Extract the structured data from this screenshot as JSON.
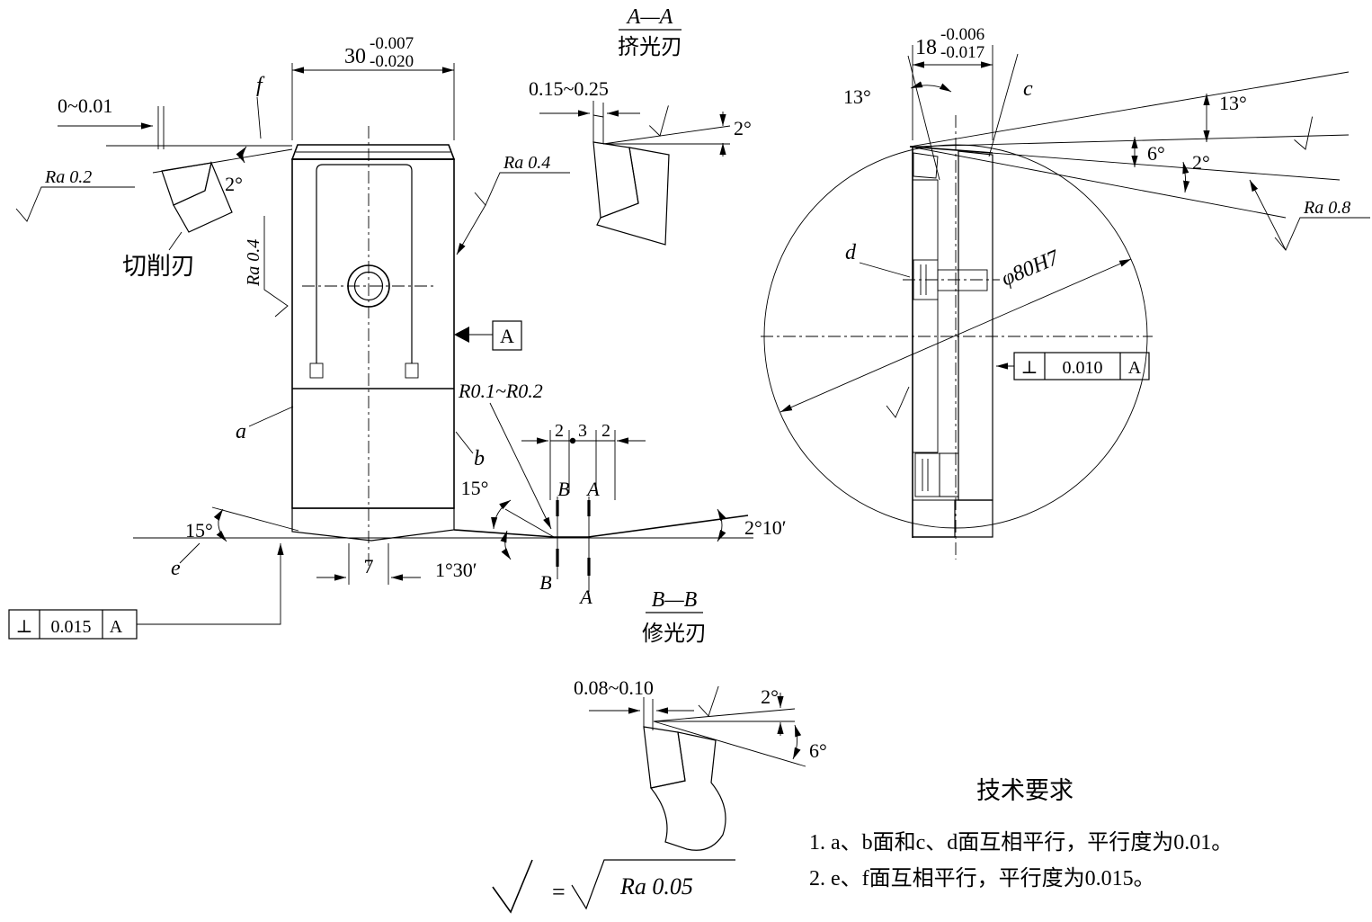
{
  "front_view": {
    "dim_width": {
      "value": "30",
      "tol_upper": "-0.007",
      "tol_lower": "-0.020"
    },
    "label_f": "f",
    "edge_gap": "0~0.01",
    "ra_top_left": "Ra 0.2",
    "angle_top": "2°",
    "cutting_edge": "切削刃",
    "ra_left": "Ra 0.4",
    "ra_right": "Ra 0.4",
    "datum": "A",
    "label_a": "a",
    "label_b": "b",
    "radius_note": "R0.1~R0.2",
    "angle_bottom": "15°",
    "label_e": "e",
    "dim_insert_width": "7",
    "fcf": {
      "symbol": "⊥",
      "tolerance": "0.015",
      "datum": "A"
    }
  },
  "wiper_profile": {
    "angle_15": "15°",
    "angle_1_30": "1°30′",
    "sec_b_top": "B",
    "sec_a_top": "A",
    "sec_b_bottom": "B",
    "sec_a_bottom": "A",
    "dim_left": "2",
    "dim_mid": "3",
    "dim_right": "2",
    "angle_2_10": "2°10′"
  },
  "section_aa": {
    "title": "A—A",
    "subtitle": "挤光刃",
    "dim_land": "0.15~0.25",
    "angle": "2°"
  },
  "detail_view": {
    "dim_width": {
      "value": "18",
      "tol_upper": "-0.006",
      "tol_lower": "-0.017"
    },
    "angle_13_left": "13°",
    "label_c": "c",
    "angle_13_right": "13°",
    "angle_6": "6°",
    "angle_2": "2°",
    "ra": "Ra 0.8",
    "label_d": "d",
    "bore": "φ80H7",
    "fcf": {
      "symbol": "⊥",
      "tolerance": "0.010",
      "datum": "A"
    }
  },
  "section_bb": {
    "title": "B—B",
    "subtitle": "修光刃",
    "dim_land": "0.08~0.10",
    "angle_2": "2°",
    "angle_6": "6°"
  },
  "finish_note": {
    "equals": "=",
    "ra": "Ra 0.05"
  },
  "tech_requirements": {
    "title": "技术要求",
    "item1": "1. a、b面和c、d面互相平行，平行度为0.01。",
    "item2": "2. e、f面互相平行，平行度为0.015。"
  }
}
